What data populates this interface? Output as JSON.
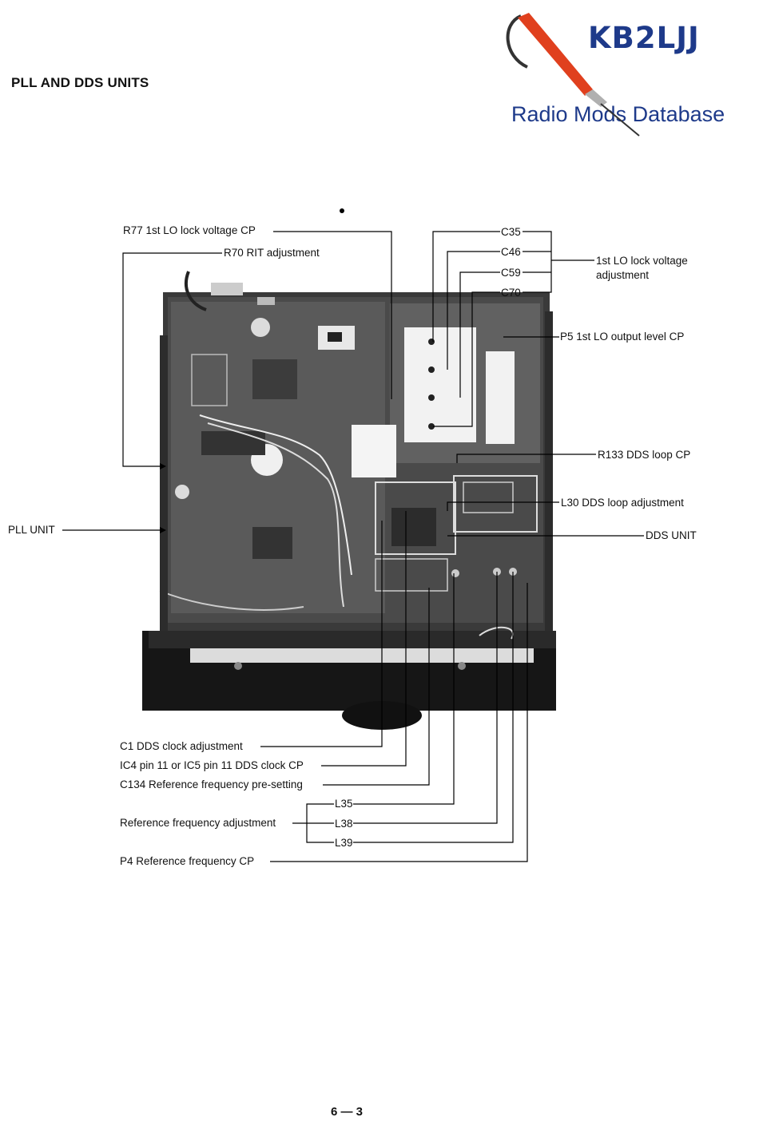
{
  "page": {
    "heading": "PLL AND DDS UNITS",
    "page_number": "6 — 3"
  },
  "logo": {
    "title": "KB2LJJ",
    "subtitle": "Radio Mods Database",
    "icon": "soldering-iron-icon",
    "brand_color": "#1e3a8a",
    "iron_color": "#e0401e"
  },
  "callouts": {
    "r77": "R77  1st LO lock voltage CP",
    "r70": "R70  RIT adjustment",
    "c35": "C35",
    "c46": "C46",
    "c59": "C59",
    "c70": "C70",
    "lo_lock_line1": "1st LO lock voltage",
    "lo_lock_line2": "adjustment",
    "p5": "P5  1st LO output level CP",
    "r133": "R133  DDS loop CP",
    "l30": "L30  DDS loop adjustment",
    "dds_unit": "DDS UNIT",
    "pll_unit": "PLL UNIT",
    "c1": "C1  DDS clock adjustment",
    "ic4": "IC4 pin 11 or IC5 pin 11 DDS clock CP",
    "c134": "C134  Reference frequency pre-setting",
    "ref_adj": "Reference frequency adjustment",
    "l35": "L35",
    "l38": "L38",
    "l39": "L39",
    "p4": "P4  Reference frequency CP"
  }
}
